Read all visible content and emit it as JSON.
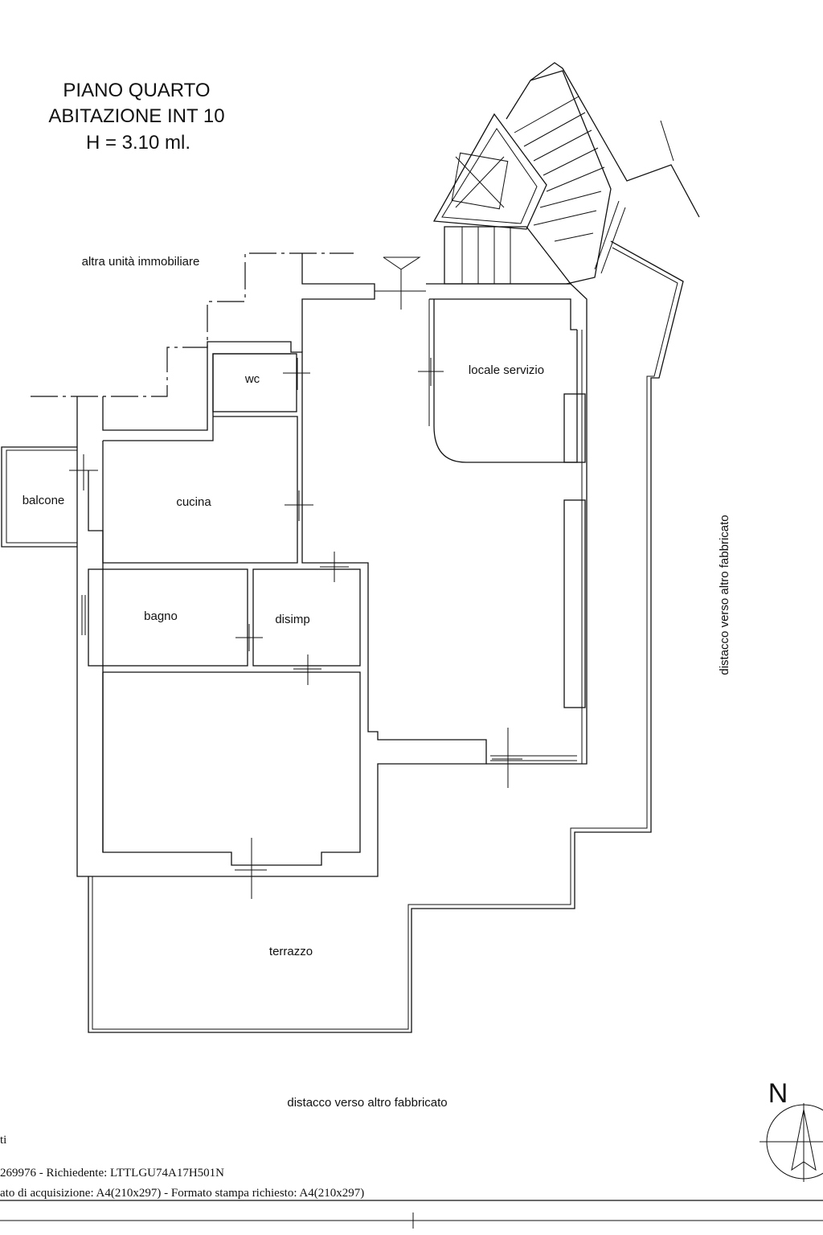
{
  "title": {
    "line1": "PIANO QUARTO",
    "line2": "ABITAZIONE INT 10",
    "line3": "H = 3.10 ml."
  },
  "labels": {
    "neighbor_unit": "altra unità immobiliare",
    "wc": "wc",
    "service_room": "locale servizio",
    "balcony": "balcone",
    "kitchen": "cucina",
    "bathroom": "bagno",
    "hallway": "disimp",
    "terrace": "terrazzo",
    "gap_right": "distacco verso altro fabbricato",
    "gap_bottom": "distacco verso altro fabbricato"
  },
  "footer": {
    "line1": "ti",
    "line2": "269976 - Richiedente: LTTLGU74A17H501N",
    "line3": "ato di acquisizione: A4(210x297)  - Formato stampa richiesto: A4(210x297)"
  },
  "compass": {
    "letter": "N"
  },
  "colors": {
    "line": "#111111",
    "background": "#ffffff"
  }
}
